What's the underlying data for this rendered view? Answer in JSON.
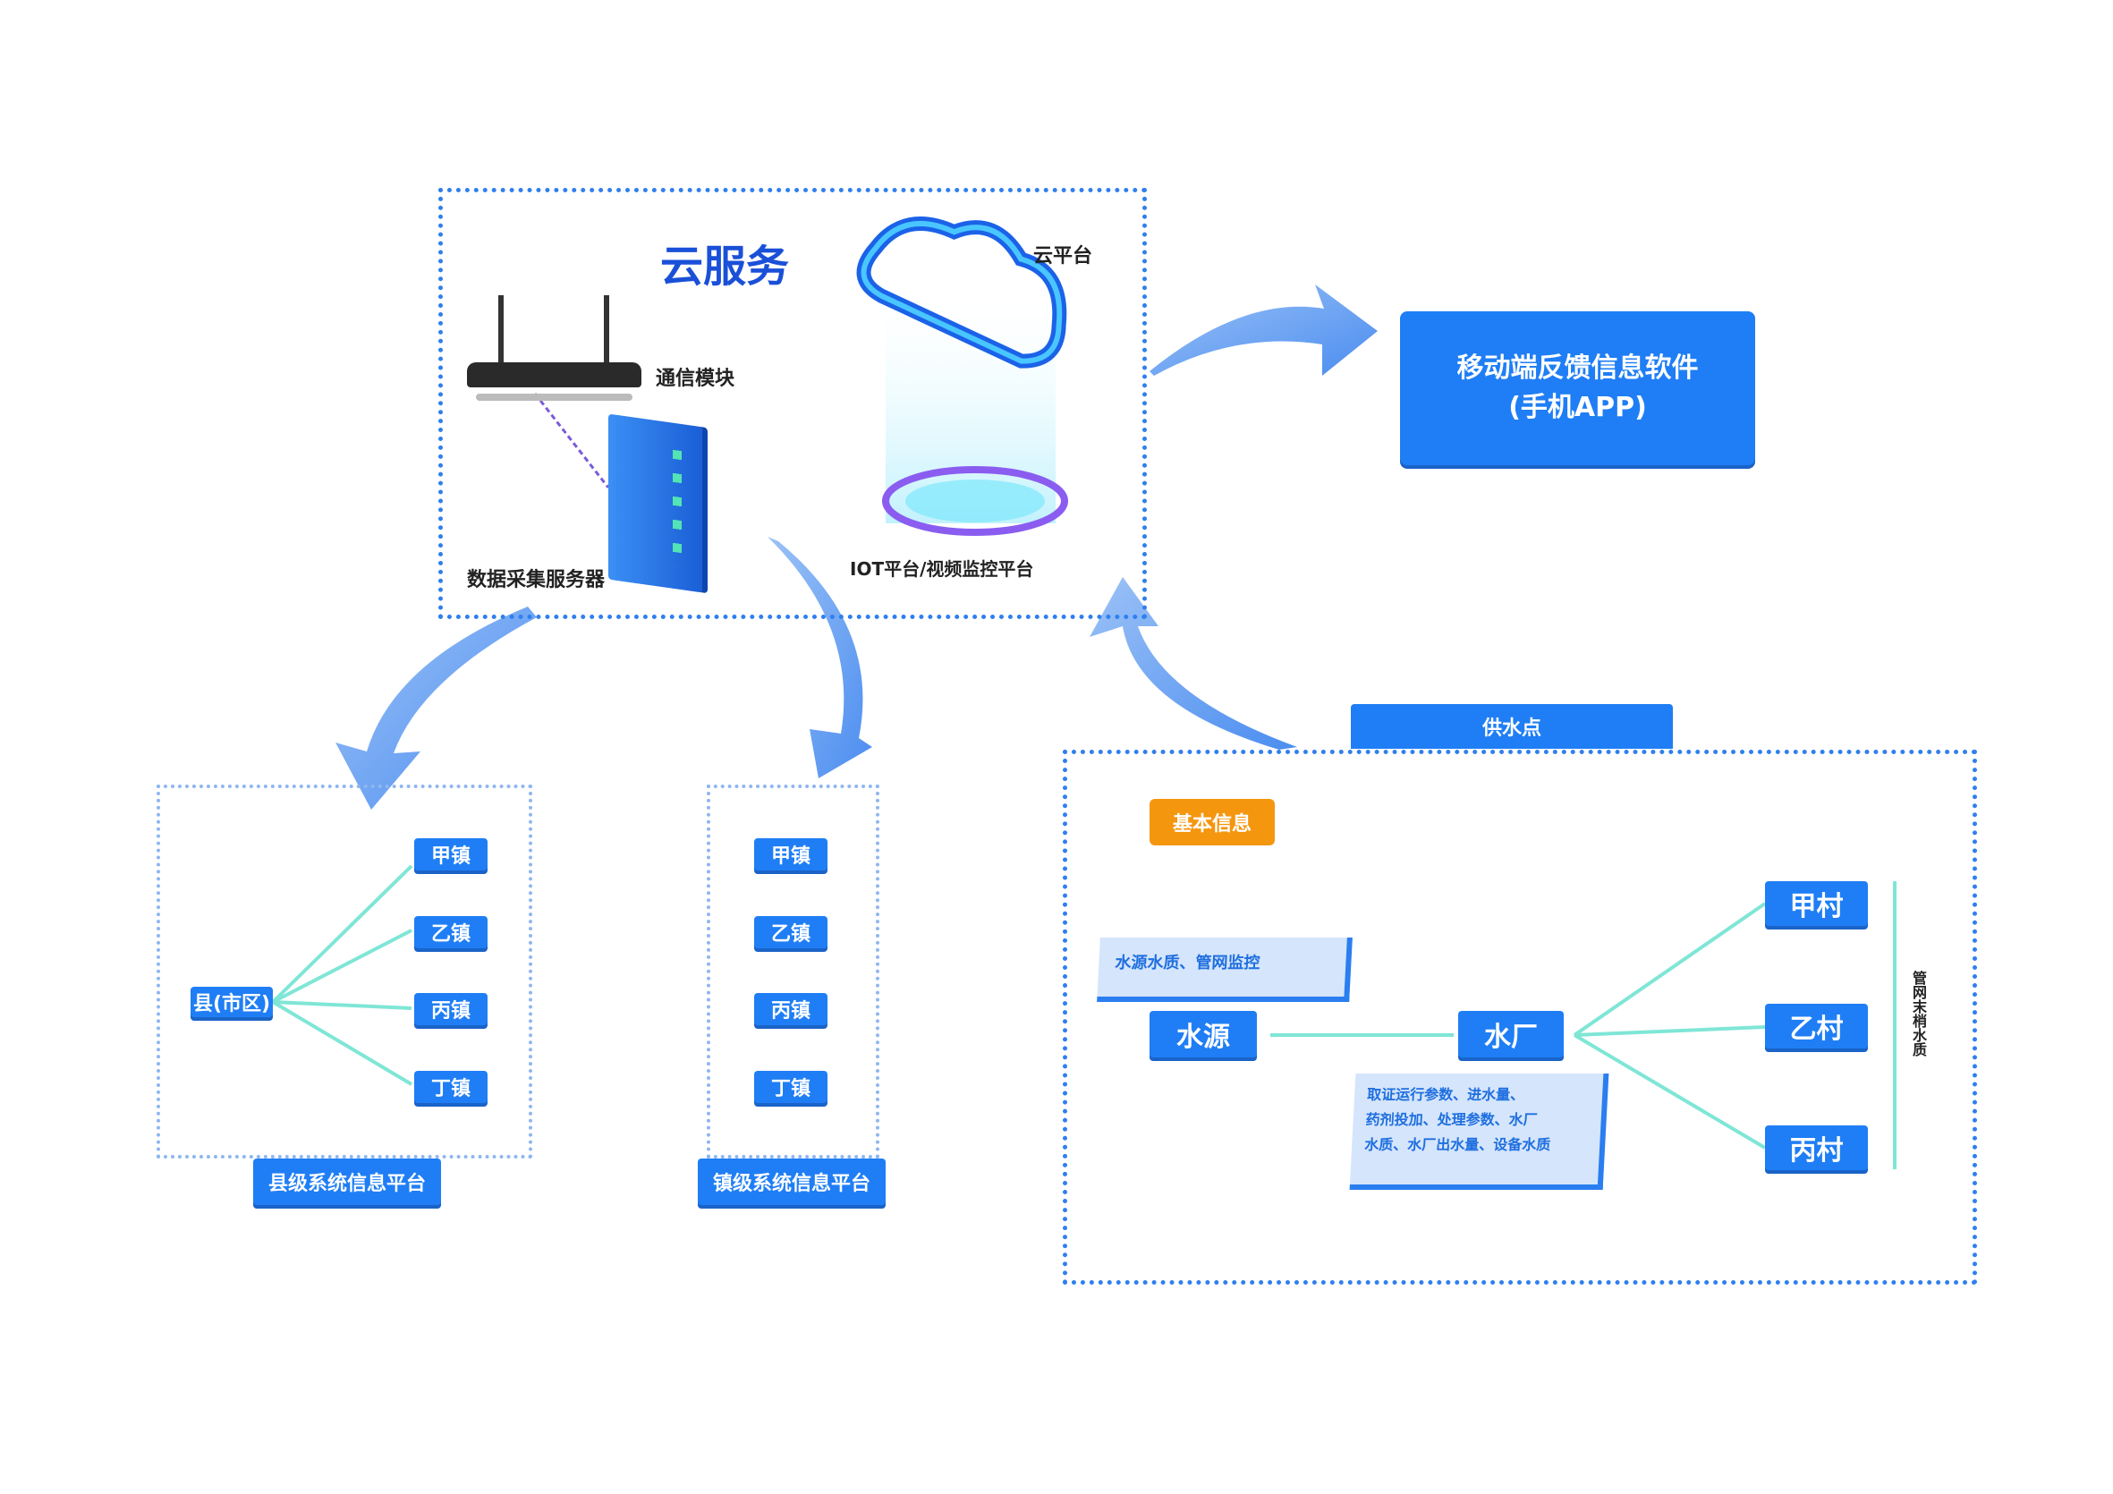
{
  "cloud": {
    "title": "云服务",
    "cloud_platform_label": "云平台",
    "router_label": "通信模块",
    "server_label": "数据采集服务器",
    "iot_label": "IOT平台/视频监控平台"
  },
  "app": {
    "line1": "移动端反馈信息软件",
    "line2": "(手机APP)"
  },
  "county_panel": {
    "root": "县(市区)",
    "towns": [
      "甲镇",
      "乙镇",
      "丙镇",
      "丁镇"
    ],
    "caption": "县级系统信息平台"
  },
  "town_panel": {
    "towns": [
      "甲镇",
      "乙镇",
      "丙镇",
      "丁镇"
    ],
    "caption": "镇级系统信息平台"
  },
  "supply": {
    "title": "供水点",
    "basic_info": "基本信息",
    "source_note": "水源水质、管网监控",
    "source": "水源",
    "plant": "水厂",
    "plant_note": [
      "取证运行参数、进水量、",
      "药剂投加、处理参数、水厂",
      "水质、水厂出水量、设备水质"
    ],
    "villages": [
      "甲村",
      "乙村",
      "丙村"
    ],
    "end_label": "管网末梢水质"
  },
  "colors": {
    "primary": "#1f7ef5",
    "accent_orange": "#f5960f",
    "connector": "#7fe6d6",
    "arrow": "#5b9bf0"
  }
}
